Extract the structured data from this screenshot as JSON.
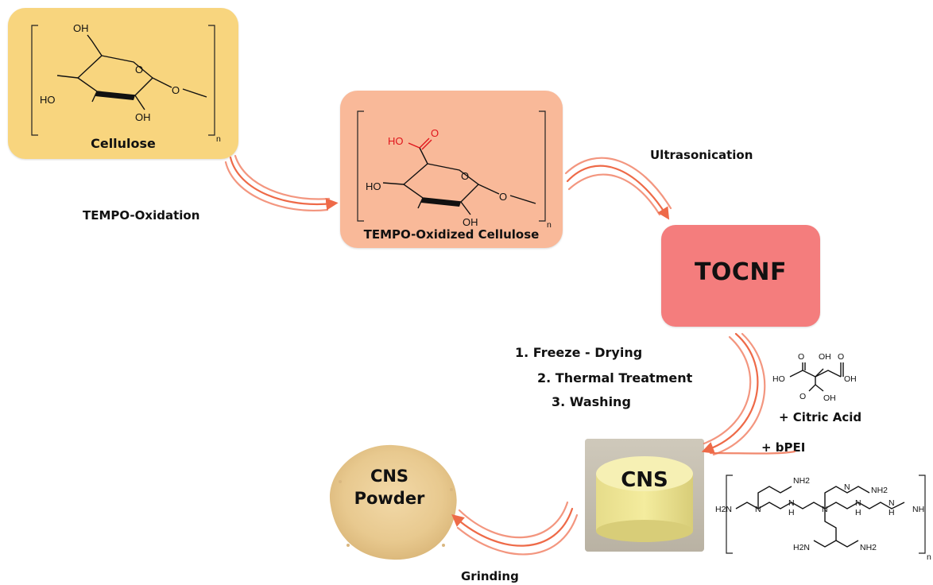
{
  "cellulose": {
    "label": "Cellulose",
    "oh_top": "OH",
    "o_ring": "O",
    "ho": "HO",
    "oh_bottom": "OH",
    "o_link": "O",
    "n": "n"
  },
  "oxidized": {
    "label": "TEMPO-Oxidized Cellulose",
    "ho_acid": "HO",
    "o_acid": "O",
    "o_ring": "O",
    "ho": "HO",
    "oh_bottom": "OH",
    "o_link": "O",
    "n": "n"
  },
  "tocnf": {
    "label": "TOCNF"
  },
  "steps": {
    "tempo_oxidation": "TEMPO-Oxidation",
    "ultrasonication": "Ultrasonication",
    "step1": "1. Freeze - Drying",
    "step2": "2. Thermal Treatment",
    "step3": "3. Washing",
    "citric_acid": "+ Citric Acid",
    "bpei": "+ bPEI",
    "grinding": "Grinding"
  },
  "citric": {
    "o1": "O",
    "oh": "OH",
    "o2": "O",
    "ho": "HO",
    "oh_right": "OH",
    "o_bottom": "O",
    "oh_bottom": "OH"
  },
  "bpei": {
    "nh2_top1": "NH2",
    "nh2_top2": "NH2",
    "h2n_left": "H2N",
    "n1": "N",
    "n2": "N",
    "n3": "N",
    "nh1": "N",
    "nh1_h": "H",
    "nh2": "N",
    "nh2_h": "H",
    "nh3": "N",
    "nh3_h": "H",
    "nh_right": "NH",
    "h2n_bottom": "H2N",
    "nh2_bottom": "NH2",
    "n": "n"
  },
  "cns": {
    "label": "CNS"
  },
  "powder": {
    "line1": "CNS",
    "line2": "Powder"
  },
  "colors": {
    "cellulose_box": "#f8d57e",
    "oxidized_box": "#f9b999",
    "tocnf_box": "#f47d7d",
    "arrow": "#ee6a48",
    "acid_red": "#e0141b"
  }
}
